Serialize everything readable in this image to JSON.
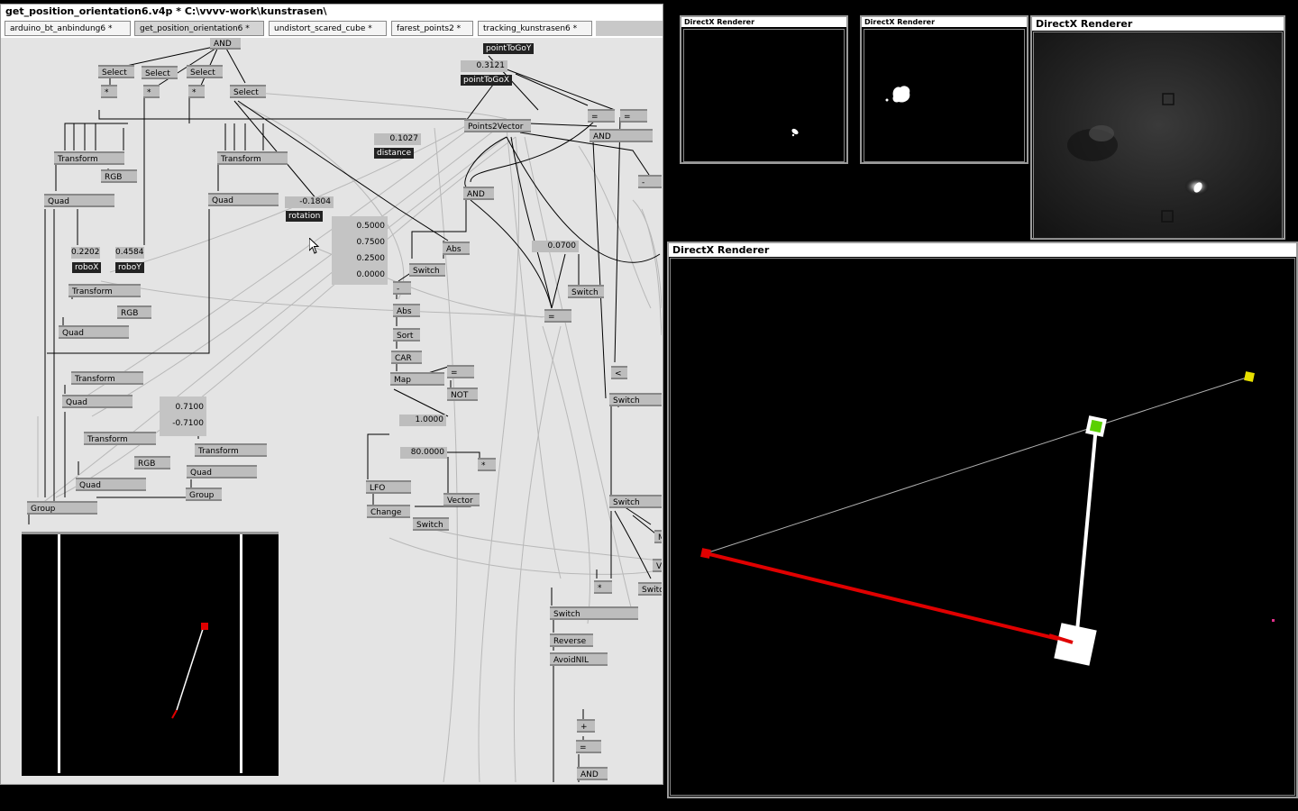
{
  "patch": {
    "title": "get_position_orientation6.v4p *  C:\\vvvv-work\\kunstrasen\\",
    "tabs": [
      {
        "label": "arduino_bt_anbindung6 *"
      },
      {
        "label": "get_position_orientation6 *"
      },
      {
        "label": "undistort_scared_cube *"
      },
      {
        "label": "farest_points2 *"
      },
      {
        "label": "tracking_kunstrasen6 *"
      }
    ],
    "active_tab": 1,
    "nodes": {
      "and_top": "AND",
      "select1": "Select",
      "select2": "Select",
      "select3": "Select",
      "select4": "Select",
      "mul1": "*",
      "mul2": "*",
      "mul3": "*",
      "transform1": "Transform",
      "transform2": "Transform",
      "transform3": "Transform",
      "transform4": "Transform",
      "transform5": "Transform",
      "transform6": "Transform",
      "rgb1": "RGB",
      "rgb2": "RGB",
      "rgb3": "RGB",
      "quad1": "Quad",
      "quad2": "Quad",
      "quad3": "Quad",
      "quad4": "Quad",
      "quad5": "Quad",
      "quad6": "Quad",
      "group1": "Group",
      "group2": "Group",
      "points2vector": "Points2Vector",
      "eq1": "=",
      "eq2": "=",
      "eq3": "=",
      "eq4": "=",
      "eq5": "=",
      "and2": "AND",
      "and3": "AND",
      "and4": "AND",
      "minus1": "-",
      "minus2": "-",
      "abs1": "Abs",
      "abs2": "Abs",
      "switch1": "Switch",
      "switch2": "Switch",
      "switch3": "Switch",
      "switch4": "Switch",
      "switch5": "Switch",
      "switch6": "Switch",
      "switch7": "Switch",
      "sort": "Sort",
      "car": "CAR",
      "map": "Map",
      "not": "NOT",
      "lfo": "LFO",
      "change": "Change",
      "vector": "Vector",
      "mul4": "*",
      "mul5": "*",
      "lt": "<",
      "reverse": "Reverse",
      "avoidnil": "AvoidNIL",
      "plus": "+",
      "m_node": "M",
      "v_node": "V"
    },
    "iobox": {
      "pointToGoY_label": "pointToGoY",
      "pointToGoX_value": "0.3121",
      "pointToGoX_label": "pointToGoX",
      "distance_value": "0.1027",
      "distance_label": "distance",
      "rotation_value": "-0.1804",
      "rotation_label": "rotation",
      "roboX_value": "0.2202",
      "roboX_label": "roboX",
      "roboY_value": "0.4584",
      "roboY_label": "roboY",
      "spread_values": [
        "0.5000",
        "0.7500",
        "0.2500",
        "0.0000"
      ],
      "val_0700": "0.0700",
      "vec_values": [
        "0.7100",
        "-0.7100"
      ],
      "val_one": "1.0000",
      "val_eighty": "80.0000"
    }
  },
  "renderers": {
    "small1_title": "DirectX Renderer",
    "small2_title": "DirectX Renderer",
    "camera_title": "DirectX Renderer",
    "main_title": "DirectX Renderer"
  },
  "colors": {
    "robot_red": "#e00000",
    "target_yellow": "#e8e000",
    "marker_green": "#5ad000",
    "patch_bg": "#e4e4e4",
    "node_gray": "#bdbdbd"
  }
}
